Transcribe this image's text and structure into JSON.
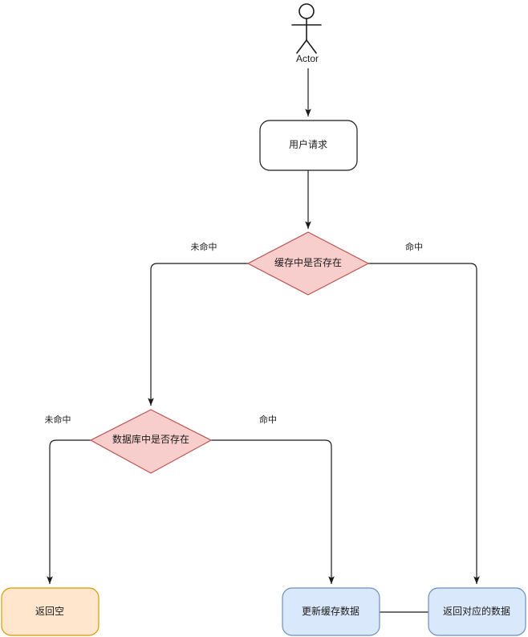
{
  "diagram": {
    "type": "flowchart",
    "title": "",
    "background": "#ffffff",
    "actor": {
      "label": "Actor",
      "icon": "stick-figure-actor-icon"
    },
    "colors": {
      "process_fill": "#ffffff",
      "process_stroke": "#1a1a1a",
      "decision_fill": "#f8cecc",
      "decision_stroke": "#b85450",
      "warn_fill": "#ffe6cc",
      "warn_stroke": "#d79b00",
      "info_fill": "#dae8fc",
      "info_stroke": "#6c8ebf",
      "edge_stroke": "#1a1a1a"
    },
    "nodes": [
      {
        "id": "n1",
        "label": "用户请求",
        "shape": "rounded-rect",
        "style": "process"
      },
      {
        "id": "n2",
        "label": "缓存中是否存在",
        "shape": "diamond",
        "style": "decision"
      },
      {
        "id": "n3",
        "label": "数据库中是否存在",
        "shape": "diamond",
        "style": "decision"
      },
      {
        "id": "n4",
        "label": "返回空",
        "shape": "rounded-rect",
        "style": "warn"
      },
      {
        "id": "n5",
        "label": "更新缓存数据",
        "shape": "rounded-rect",
        "style": "info"
      },
      {
        "id": "n6",
        "label": "返回对应的数据",
        "shape": "rounded-rect",
        "style": "info"
      }
    ],
    "edges": [
      {
        "id": "e1",
        "from": "actor",
        "to": "n1",
        "label": ""
      },
      {
        "id": "e2",
        "from": "n1",
        "to": "n2",
        "label": ""
      },
      {
        "id": "e3",
        "from": "n2",
        "to": "n3",
        "label": "未命中"
      },
      {
        "id": "e4",
        "from": "n2",
        "to": "n6",
        "label": "命中"
      },
      {
        "id": "e5",
        "from": "n3",
        "to": "n4",
        "label": "未命中"
      },
      {
        "id": "e6",
        "from": "n3",
        "to": "n5",
        "label": "命中"
      },
      {
        "id": "e7",
        "from": "n5",
        "to": "n6",
        "label": ""
      }
    ],
    "edge_labels": {
      "cache_miss": "未命中",
      "cache_hit": "命中",
      "db_miss": "未命中",
      "db_hit": "命中"
    }
  }
}
